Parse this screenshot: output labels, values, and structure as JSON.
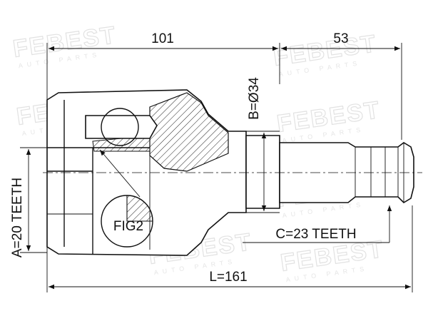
{
  "watermark": {
    "brand": "FEBEST",
    "tagline": "AUTO PARTS"
  },
  "dimensions": {
    "top_left": "101",
    "top_right": "53",
    "diameter": "B=Ø34",
    "left_teeth": "A=20 TEETH",
    "spline_teeth": "C=23 TEETH",
    "overall_length": "L=161"
  },
  "callout": {
    "label": "FIG2"
  },
  "colors": {
    "line": "#111111",
    "watermark": "#e2e2e2",
    "hatch": "#222222"
  }
}
